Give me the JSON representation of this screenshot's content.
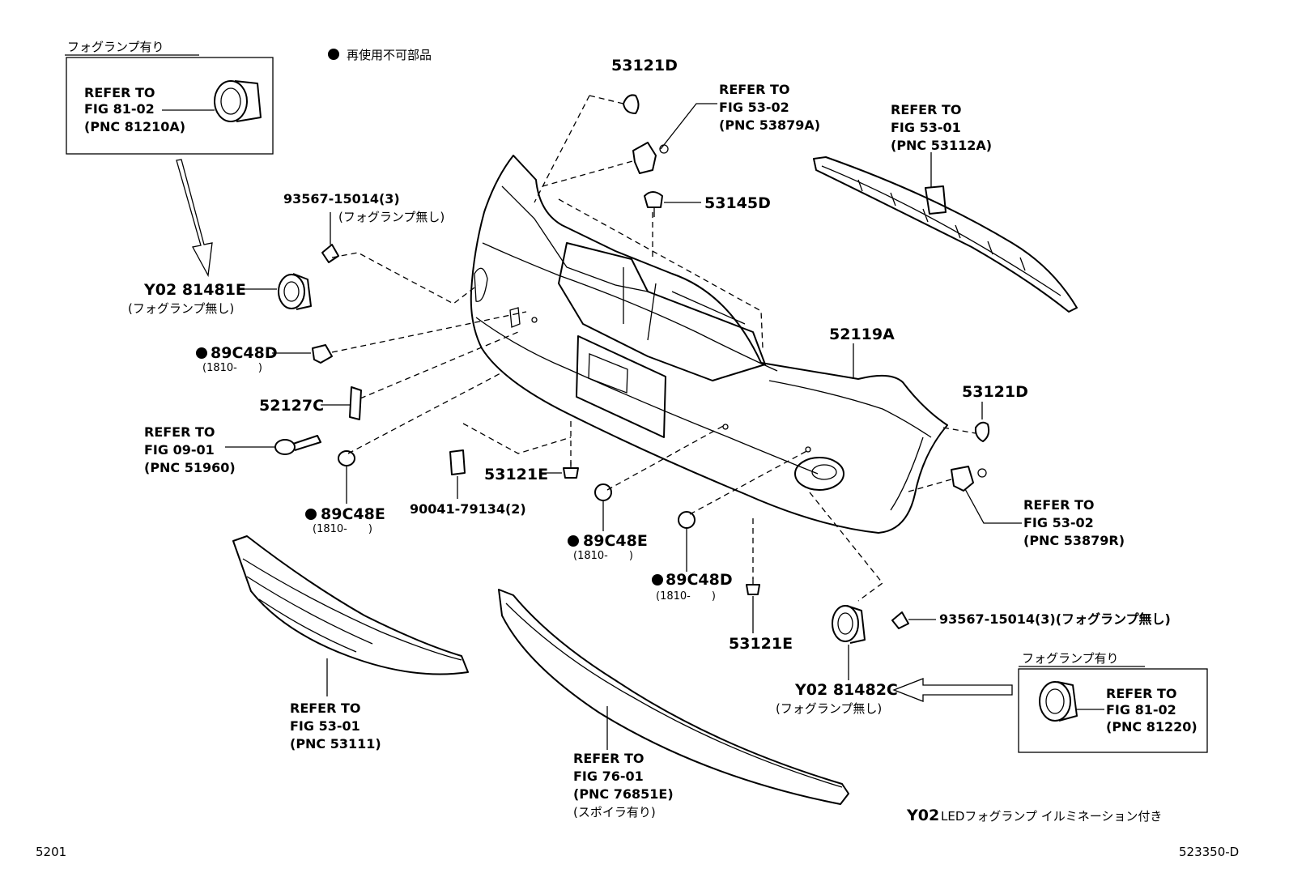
{
  "legend": {
    "marker": "●",
    "text": "再使用不可部品"
  },
  "box_left": {
    "title": "フォグランプ有り",
    "refer": [
      "REFER TO",
      "FIG 81-02",
      "(PNC 81210A)"
    ]
  },
  "box_right": {
    "title": "フォグランプ有り",
    "refer": [
      "REFER TO",
      "FIG 81-02",
      "(PNC 81220)"
    ]
  },
  "refs": {
    "r_53879A": [
      "REFER TO",
      "FIG 53-02",
      "(PNC 53879A)"
    ],
    "r_53112A": [
      "REFER TO",
      "FIG 53-01",
      "(PNC 53112A)"
    ],
    "r_51960": [
      "REFER TO",
      "FIG 09-01",
      "(PNC 51960)"
    ],
    "r_53879R": [
      "REFER TO",
      "FIG 53-02",
      "(PNC 53879R)"
    ],
    "r_53111": [
      "REFER TO",
      "FIG 53-01",
      "(PNC 53111)"
    ],
    "r_76851E": [
      "REFER TO",
      "FIG 76-01",
      "(PNC 76851E)",
      "(スポイラ有り)"
    ]
  },
  "parts": {
    "p_53121D_top": "53121D",
    "p_53145D": "53145D",
    "p_93567_left": "93567-15014(3)",
    "p_93567_left_note": "(フォグランプ無し)",
    "p_81481E": "Y02 81481E",
    "p_81481E_note": "(フォグランプ無し)",
    "p_89C48D_a": "89C48D",
    "p_89C48D_a_note": "(1810-　　)",
    "p_52127C": "52127C",
    "p_52119A": "52119A",
    "p_53121D_right": "53121D",
    "p_89C48E_a": "89C48E",
    "p_89C48E_a_note": "(1810-　　)",
    "p_90041": "90041-79134(2)",
    "p_53121E_a": "53121E",
    "p_89C48E_b": "89C48E",
    "p_89C48E_b_note": "(1810-　　)",
    "p_89C48D_b": "89C48D",
    "p_89C48D_b_note": "(1810-　　)",
    "p_53121E_b": "53121E",
    "p_93567_right": "93567-15014(3)(フォグランプ無し)",
    "p_81482C": "Y02 81482C",
    "p_81482C_note": "(フォグランプ無し)"
  },
  "footer": {
    "y02_code": "Y02",
    "y02_desc": "LEDフォグランプ イルミネーション付き",
    "page": "5201",
    "figure_id": "523350-D"
  }
}
